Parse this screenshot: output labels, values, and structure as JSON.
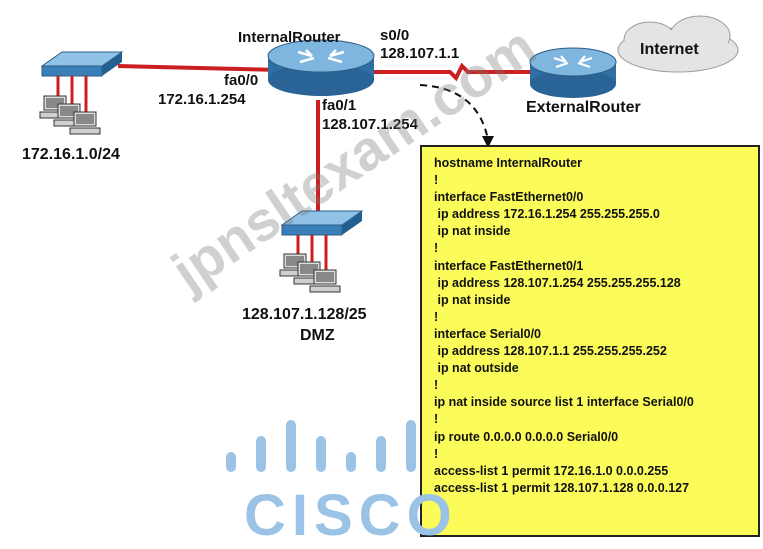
{
  "diagram": {
    "internal_router_label": "InternalRouter",
    "external_router_label": "ExternalRouter",
    "internet_label": "Internet",
    "s00_label": "s0/0",
    "s00_ip": "128.107.1.1",
    "fa00_label": "fa0/0",
    "fa00_ip": "172.16.1.254",
    "fa01_label": "fa0/1",
    "fa01_ip": "128.107.1.254",
    "lan_subnet": "172.16.1.0/24",
    "dmz_subnet": "128.107.1.128/25",
    "dmz_label": "DMZ"
  },
  "config_lines": [
    "hostname InternalRouter",
    "!",
    "interface FastEthernet0/0",
    " ip address 172.16.1.254 255.255.255.0",
    " ip nat inside",
    "!",
    "interface FastEthernet0/1",
    " ip address 128.107.1.254 255.255.255.128",
    " ip nat inside",
    "!",
    "interface Serial0/0",
    " ip address 128.107.1.1 255.255.255.252",
    " ip nat outside",
    "!",
    "ip nat inside source list 1 interface Serial0/0",
    "!",
    "ip route 0.0.0.0 0.0.0.0 Serial0/0",
    "!",
    "access-list 1 permit 172.16.1.0 0.0.0.255",
    "access-list 1 permit 128.107.1.128 0.0.0.127"
  ],
  "watermark": "jpnsltexam.com",
  "logo_text": "CISCO",
  "colors": {
    "link": "#cc1f1f",
    "config_bg": "#fbfb5a",
    "router": "#3a7fb8",
    "logo": "#9ac3e6"
  }
}
